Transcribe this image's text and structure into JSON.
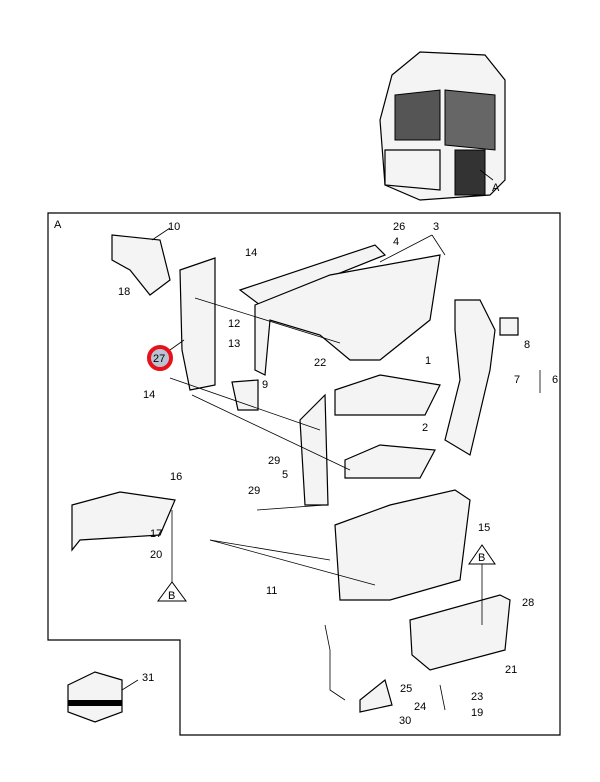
{
  "diagram": {
    "view_label_top": "A",
    "frame_label": "A",
    "highlight": {
      "label": "27",
      "stroke_color": "#e8101a",
      "fill_color": "#b9c3d3"
    },
    "reference_label": "B",
    "labels": {
      "p1": "1",
      "p2": "2",
      "p3": "3",
      "p4": "4",
      "p5": "5",
      "p6": "6",
      "p7": "7",
      "p8": "8",
      "p9": "9",
      "p10": "10",
      "p11": "11",
      "p12": "12",
      "p13": "13",
      "p14a": "14",
      "p14b": "14",
      "p15": "15",
      "p16": "16",
      "p17": "17",
      "p18": "18",
      "p19": "19",
      "p20": "20",
      "p21": "21",
      "p22": "22",
      "p23": "23",
      "p24": "24",
      "p25": "25",
      "p26": "26",
      "p28": "28",
      "p29a": "29",
      "p29b": "29",
      "p30": "30",
      "p31": "31",
      "pB1": "B",
      "pB2": "B"
    }
  }
}
